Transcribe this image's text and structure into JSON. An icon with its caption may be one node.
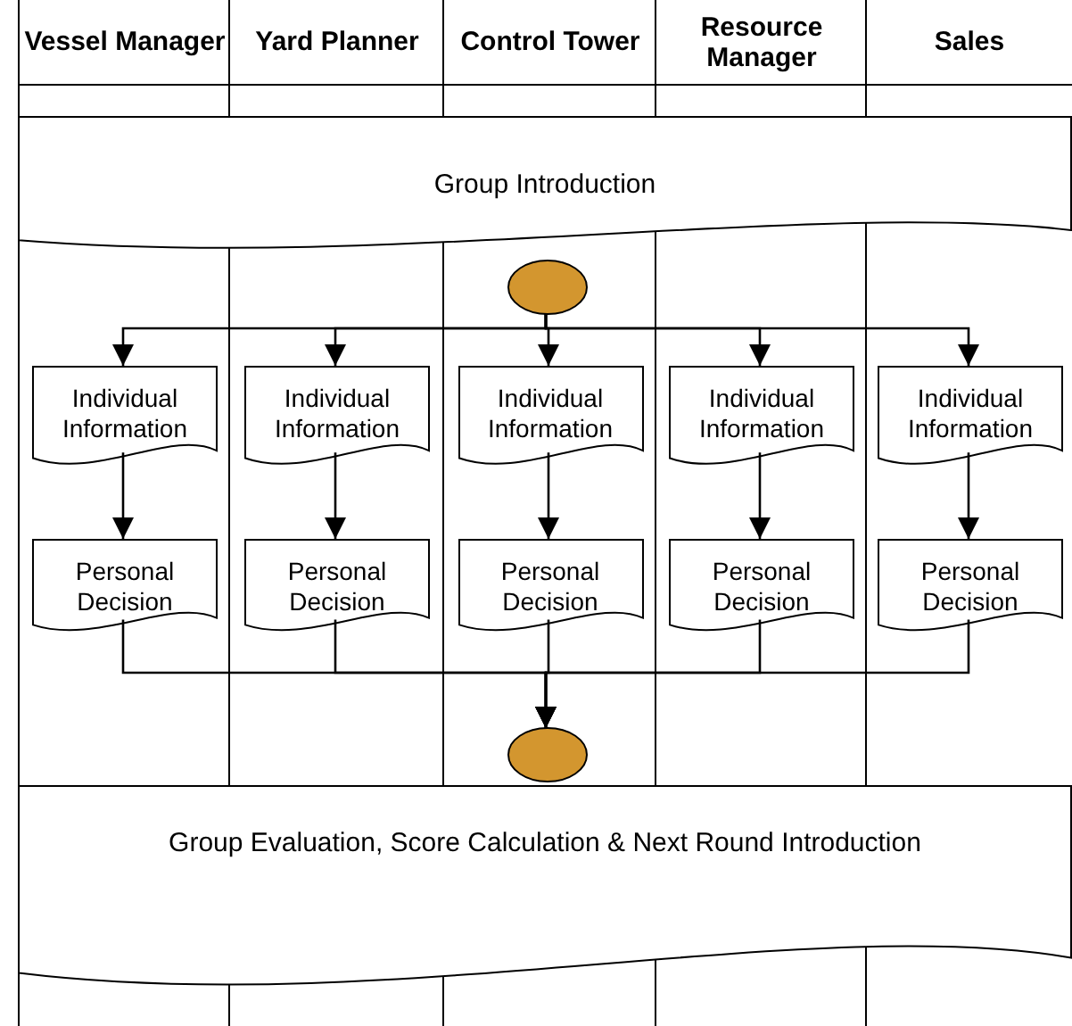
{
  "diagram": {
    "nodes": [
      {
        "text": [
          "Vessel Manager"
        ]
      },
      {
        "text": [
          "Yard Planner"
        ]
      },
      {
        "text": [
          "Control Tower"
        ]
      },
      {
        "text": [
          "Resource Manager"
        ]
      },
      {
        "text": [
          "Sales"
        ]
      },
      {
        "text": [
          "Group Introduction"
        ]
      },
      {
        "text": [],
        "shape": "ellipse",
        "in": 2
      },
      {
        "text": [
          "Individual Information"
        ],
        "in": 0
      },
      {
        "text": [
          "Individual Information"
        ],
        "in": 1
      },
      {
        "text": [
          "Individual Information"
        ],
        "in": 2
      },
      {
        "text": [
          "Individual Information"
        ],
        "in": 3
      },
      {
        "text": [
          "Individual Information"
        ],
        "in": 4
      },
      {
        "text": [
          "Personal Decision"
        ],
        "in": 0
      },
      {
        "text": [
          "Personal Decision"
        ],
        "in": 1
      },
      {
        "text": [
          "Personal Decision"
        ],
        "in": 2
      },
      {
        "text": [
          "Personal Decision"
        ],
        "in": 3
      },
      {
        "text": [
          "Personal Decision"
        ],
        "in": 4
      },
      {
        "text": [],
        "shape": "ellipse",
        "in": 2
      },
      {
        "text": [
          "Group Evaluation, Score Calculation & Next Round Introduction"
        ]
      }
    ],
    "edges": [
      {
        "from": 6,
        "to": 7,
        "arrow": "to"
      },
      {
        "from": 6,
        "to": 8,
        "arrow": "to"
      },
      {
        "from": 6,
        "to": 9,
        "arrow": "to"
      },
      {
        "from": 6,
        "to": 10,
        "arrow": "to"
      },
      {
        "from": 6,
        "to": 11,
        "arrow": "to"
      },
      {
        "from": 7,
        "to": 12,
        "arrow": "to"
      },
      {
        "from": 8,
        "to": 13,
        "arrow": "to"
      },
      {
        "from": 9,
        "to": 14,
        "arrow": "to"
      },
      {
        "from": 10,
        "to": 15,
        "arrow": "to"
      },
      {
        "from": 11,
        "to": 16,
        "arrow": "to"
      },
      {
        "from": 12,
        "to": 17,
        "arrow": "to"
      },
      {
        "from": 13,
        "to": 17,
        "arrow": "to"
      },
      {
        "from": 14,
        "to": 17,
        "arrow": "to"
      },
      {
        "from": 15,
        "to": 17,
        "arrow": "to"
      },
      {
        "from": 16,
        "to": 17,
        "arrow": "to"
      }
    ]
  }
}
